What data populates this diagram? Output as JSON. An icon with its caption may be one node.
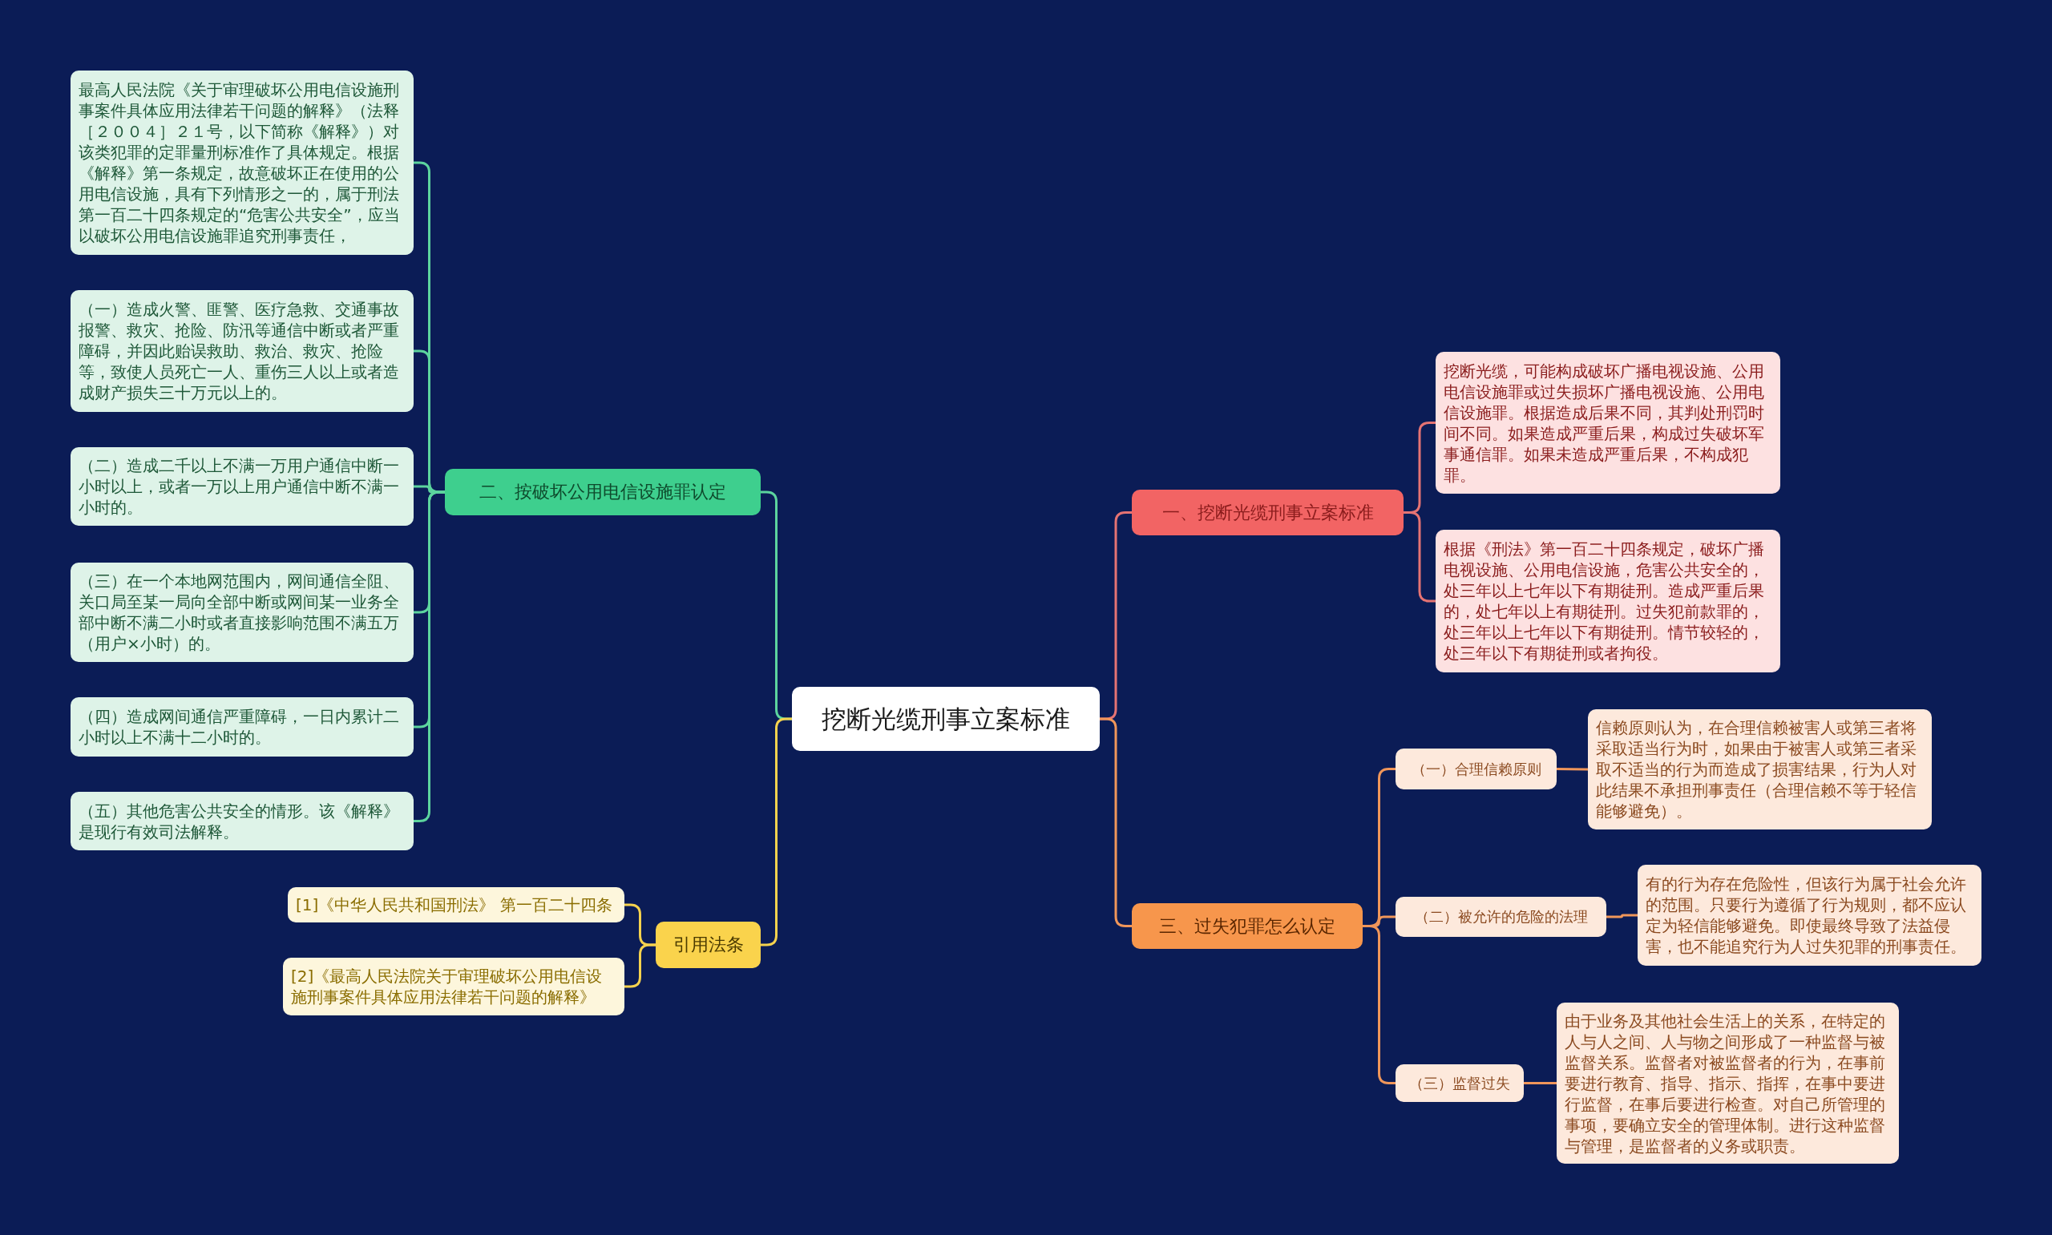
{
  "diagram": {
    "nodes": [
      {
        "text": [
          "挖断光缆刑事立案标准"
        ]
      },
      {
        "text": [
          "一、挖断光缆刑事立案标准"
        ]
      },
      {
        "text": [
          "挖断光缆，可能构成破坏广播电视设施、公用电信设施罪或过失损坏广播电视设施、公用电信设施罪。根据造成后果不同，其判处刑罚时间不同。如果造成严重后果，构成过失破坏军事通信罪。如果未造成严重后果，不构成犯罪。"
        ]
      },
      {
        "text": [
          "根据《刑法》第一百二十四条规定，破坏广播电视设施、公用电信设施，危害公共安全的，处三年以上七年以下有期徒刑。造成严重后果的，处七年以上有期徒刑。过失犯前款罪的，处三年以上七年以下有期徒刑。情节较轻的，处三年以下有期徒刑或者拘役。"
        ]
      },
      {
        "text": [
          "三、过失犯罪怎么认定"
        ]
      },
      {
        "text": [
          "（一）合理信赖原则"
        ]
      },
      {
        "text": [
          "信赖原则认为，在合理信赖被害人或第三者将采取适当行为时，如果由于被害人或第三者采取不适当的行为而造成了损害结果，行为人对此结果不承担刑事责任（合理信赖不等于轻信能够避免）。"
        ]
      },
      {
        "text": [
          "（二）被允许的危险的法理"
        ]
      },
      {
        "text": [
          "有的行为存在危险性，但该行为属于社会允许的范围。只要行为遵循了行为规则，都不应认定为轻信能够避免。即使最终导致了法益侵害，也不能追究行为人过失犯罪的刑事责任。"
        ]
      },
      {
        "text": [
          "（三）监督过失"
        ]
      },
      {
        "text": [
          "由于业务及其他社会生活上的关系，在特定的人与人之间、人与物之间形成了一种监督与被监督关系。监督者对被监督者的行为，在事前要进行教育、指导、指示、指挥，在事中要进行监督，在事后要进行检查。对自己所管理的事项，要确立安全的管理体制。进行这种监督与管理，是监督者的义务或职责。"
        ]
      },
      {
        "text": [
          "二、按破坏公用电信设施罪认定"
        ]
      },
      {
        "text": [
          "最高人民法院《关于审理破坏公用电信设施刑事案件具体应用法律若干问题的解释》（法释［２００４］２１号，以下简称《解释》）对该类犯罪的定罪量刑标准作了具体规定。根据《解释》第一条规定，故意破坏正在使用的公用电信设施，具有下列情形之一的，属于刑法第一百二十四条规定的“危害公共安全”，应当以破坏公用电信设施罪追究刑事责任，"
        ]
      },
      {
        "text": [
          "（一）造成火警、匪警、医疗急救、交通事故报警、救灾、抢险、防汛等通信中断或者严重障碍，并因此贻误救助、救治、救灾、抢险等，致使人员死亡一人、重伤三人以上或者造成财产损失三十万元以上的。"
        ]
      },
      {
        "text": [
          "（二）造成二千以上不满一万用户通信中断一小时以上，或者一万以上用户通信中断不满一小时的。"
        ]
      },
      {
        "text": [
          "（三）在一个本地网范围内，网间通信全阻、关口局至某一局向全部中断或网间某一业务全部中断不满二小时或者直接影响范围不满五万（用户×小时）的。"
        ]
      },
      {
        "text": [
          "（四）造成网间通信严重障碍，一日内累计二小时以上不满十二小时的。"
        ]
      },
      {
        "text": [
          "（五）其他危害公共安全的情形。该《解释》是现行有效司法解释。"
        ]
      },
      {
        "text": [
          "引用法条"
        ]
      },
      {
        "text": [
          "[1]《中华人民共和国刑法》 第一百二十四条"
        ]
      },
      {
        "text": [
          "[2]《最高人民法院关于审理破坏公用电信设施刑事案件具体应用法律若干问题的解释》"
        ]
      }
    ],
    "edges": [
      {
        "from": 0,
        "to": 1,
        "arrow": "none",
        "color": "#e57373"
      },
      {
        "from": 1,
        "to": 2,
        "arrow": "none",
        "color": "#e57373"
      },
      {
        "from": 1,
        "to": 3,
        "arrow": "none",
        "color": "#e57373"
      },
      {
        "from": 0,
        "to": 4,
        "arrow": "none",
        "color": "#f0965a"
      },
      {
        "from": 4,
        "to": 5,
        "arrow": "none",
        "color": "#f0965a"
      },
      {
        "from": 5,
        "to": 6,
        "arrow": "none",
        "color": "#f0965a"
      },
      {
        "from": 4,
        "to": 7,
        "arrow": "none",
        "color": "#f0965a"
      },
      {
        "from": 7,
        "to": 8,
        "arrow": "none",
        "color": "#f0965a"
      },
      {
        "from": 4,
        "to": 9,
        "arrow": "none",
        "color": "#f0965a"
      },
      {
        "from": 9,
        "to": 10,
        "arrow": "none",
        "color": "#f0965a"
      },
      {
        "from": 0,
        "to": 11,
        "arrow": "none",
        "color": "#5cd49e"
      },
      {
        "from": 11,
        "to": 12,
        "arrow": "none",
        "color": "#5cd49e"
      },
      {
        "from": 11,
        "to": 13,
        "arrow": "none",
        "color": "#5cd49e"
      },
      {
        "from": 11,
        "to": 14,
        "arrow": "none",
        "color": "#5cd49e"
      },
      {
        "from": 11,
        "to": 15,
        "arrow": "none",
        "color": "#5cd49e"
      },
      {
        "from": 11,
        "to": 16,
        "arrow": "none",
        "color": "#5cd49e"
      },
      {
        "from": 11,
        "to": 17,
        "arrow": "none",
        "color": "#5cd49e"
      },
      {
        "from": 0,
        "to": 18,
        "arrow": "none",
        "color": "#f5d24e"
      },
      {
        "from": 18,
        "to": 19,
        "arrow": "none",
        "color": "#f5d24e"
      },
      {
        "from": 18,
        "to": 20,
        "arrow": "none",
        "color": "#f5d24e"
      }
    ]
  }
}
